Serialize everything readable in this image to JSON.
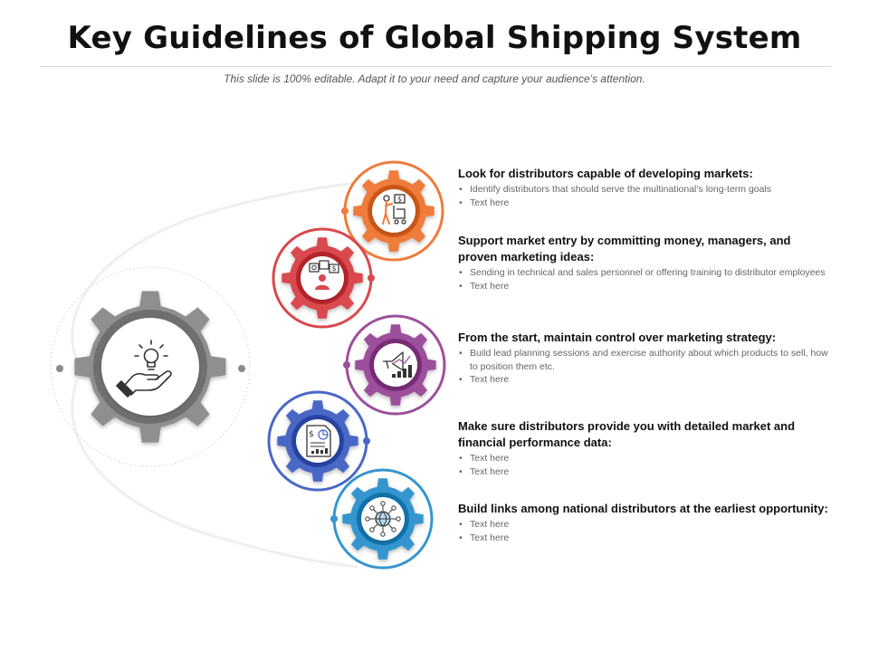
{
  "title": "Key Guidelines of Global Shipping System",
  "subtitle": "This slide is 100% editable. Adapt it to your need and capture your audience’s attention.",
  "hub": {
    "icon": "lightbulb-in-hand-icon",
    "color": "#7d7d7d"
  },
  "steps": [
    {
      "color": "#ef7b3a",
      "icon": "delivery-person-with-cart-icon",
      "heading": "Look for distributors capable of developing markets:",
      "bullets": [
        "Identify distributors that should serve the multinational’s long-term goals",
        "Text here"
      ]
    },
    {
      "color": "#d9484d",
      "icon": "money-presentation-icon",
      "heading": "Support market entry by committing money, managers, and proven marketing ideas:",
      "bullets": [
        "Sending in technical and sales personnel or offering training to distributor employees",
        "Text here"
      ]
    },
    {
      "color": "#9c4f9a",
      "icon": "megaphone-growth-chart-icon",
      "heading": "From the start, maintain control over marketing strategy:",
      "bullets": [
        "Build lead planning sessions and exercise authority about which products to sell, how to position them etc.",
        "Text here"
      ]
    },
    {
      "color": "#4a67c6",
      "icon": "financial-report-icon",
      "heading": "Make sure distributors provide you with detailed market and financial performance data:",
      "bullets": [
        "Text here",
        "Text here"
      ]
    },
    {
      "color": "#3596cf",
      "icon": "global-network-icon",
      "heading": "Build links among national distributors at the earliest opportunity:",
      "bullets": [
        "Text here",
        "Text here"
      ]
    }
  ]
}
